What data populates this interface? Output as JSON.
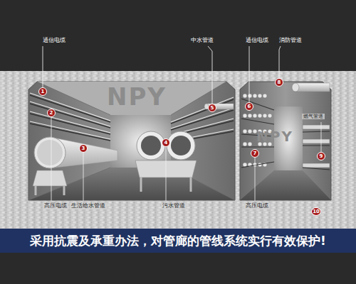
{
  "diagram": {
    "caption": "采用抗震及承重办法，对管廊的管线系统实行有效保护!",
    "labels": [
      "通信电缆",
      "中水管道",
      "通信电缆",
      "消防管道",
      "1",
      "NPY",
      "5",
      "6",
      "8",
      "2",
      "燃气管道",
      "NPY",
      "3",
      "4",
      "7",
      "9",
      "高压电缆",
      "生活给水管道",
      "污水管道",
      "高压电缆",
      "10"
    ]
  }
}
